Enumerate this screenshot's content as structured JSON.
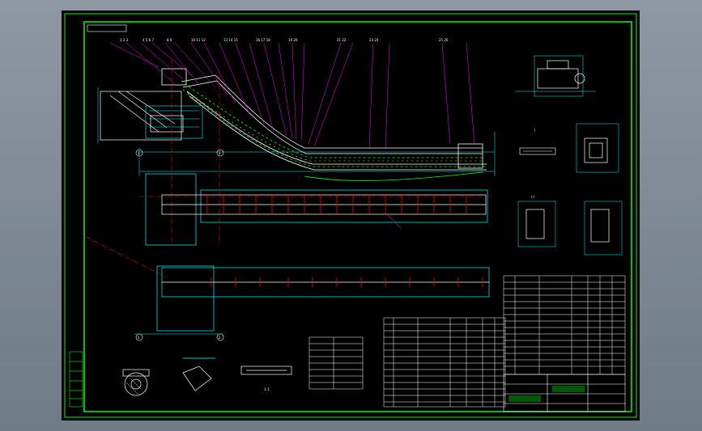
{
  "drawing": {
    "section_marks": [
      "1-1",
      "I",
      "I-I"
    ],
    "axis_markers": [
      "1",
      "2",
      "1",
      "2"
    ]
  },
  "colors": {
    "background": "#000000",
    "border": "#00ff00",
    "main_lines": "#ffffff",
    "leaders": "#ff00ff",
    "dimensions": "#00ffff",
    "centerlines": "#ff0000",
    "hatch": "#ffff00"
  }
}
